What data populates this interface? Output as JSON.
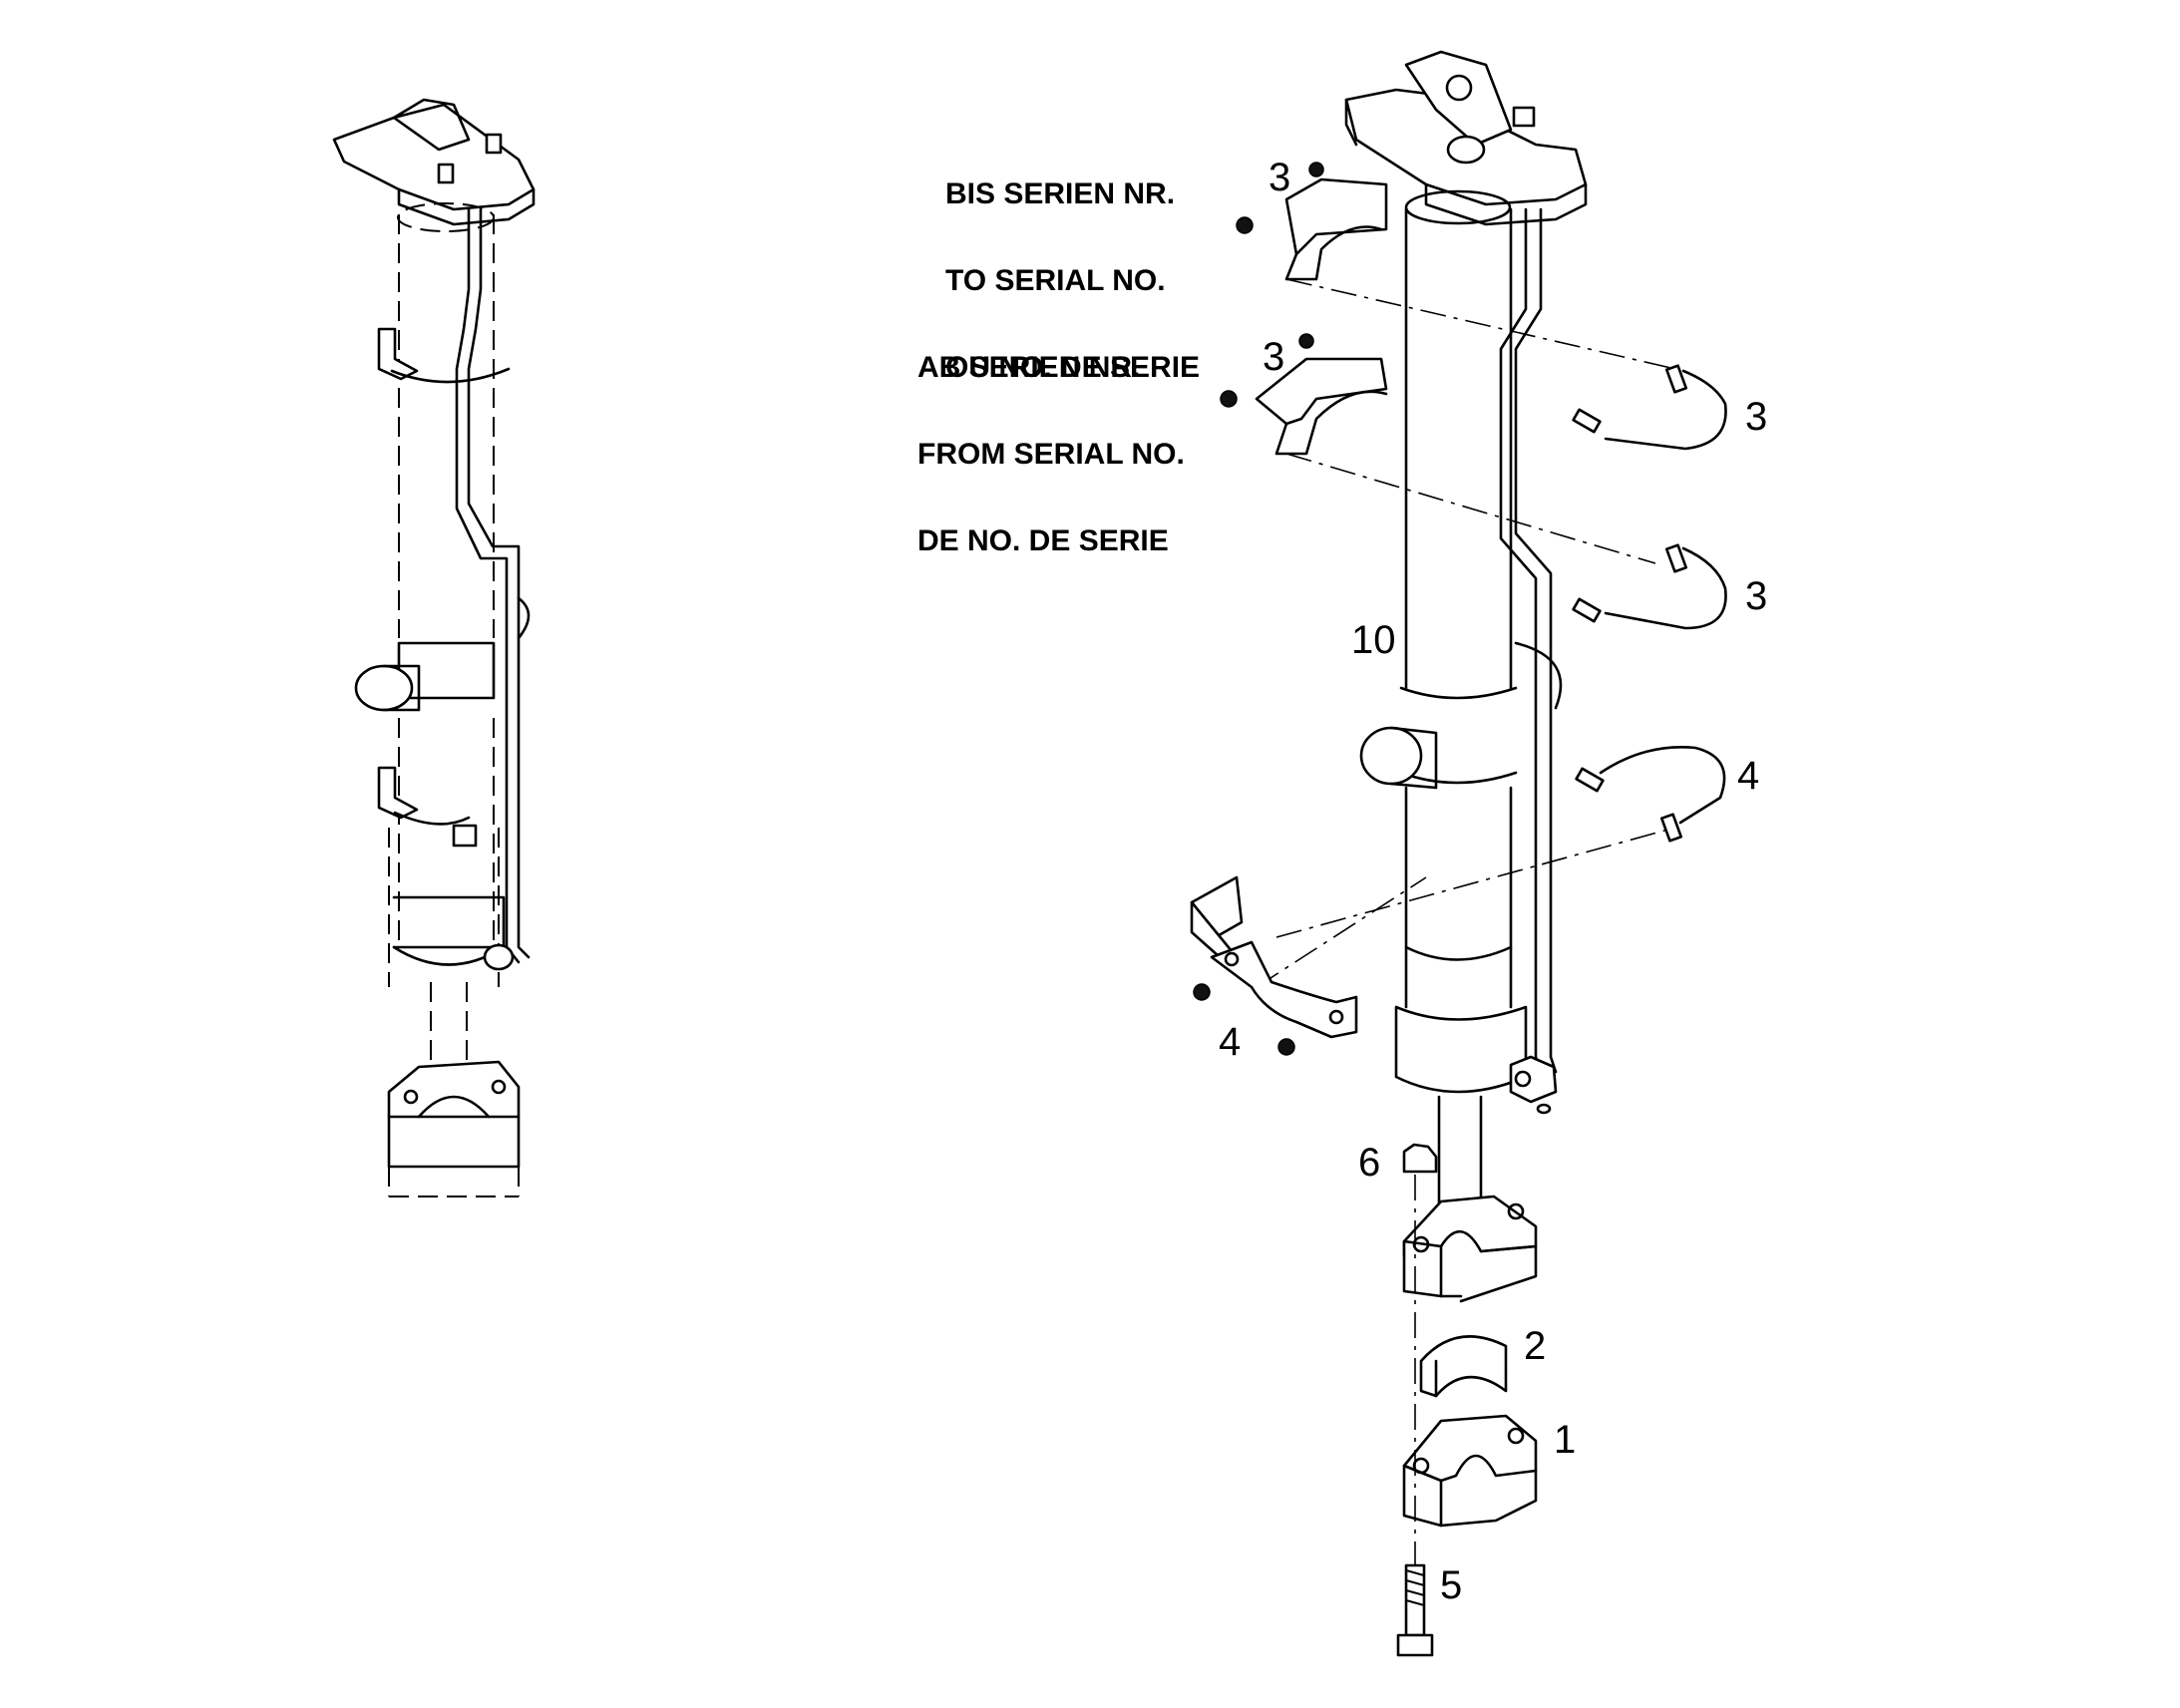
{
  "notes": {
    "before_serial": [
      "BIS SERIEN NR.",
      "TO SERIAL NO.",
      "OU NO. DE SERIE"
    ],
    "from_serial": [
      "AB SERIEN NR.",
      "FROM SERIAL NO.",
      "DE NO. DE SERIE"
    ]
  },
  "callouts": {
    "clamp_old_3": "3",
    "clamp_new_3": "3",
    "pipe_upper_3": "3",
    "pipe_lower_3": "3",
    "cylinder_10": "10",
    "pipe_4": "4",
    "bracket_4": "4",
    "nut_6": "6",
    "bushing_2": "2",
    "bearing_cap_1": "1",
    "bolt_5": "5"
  }
}
